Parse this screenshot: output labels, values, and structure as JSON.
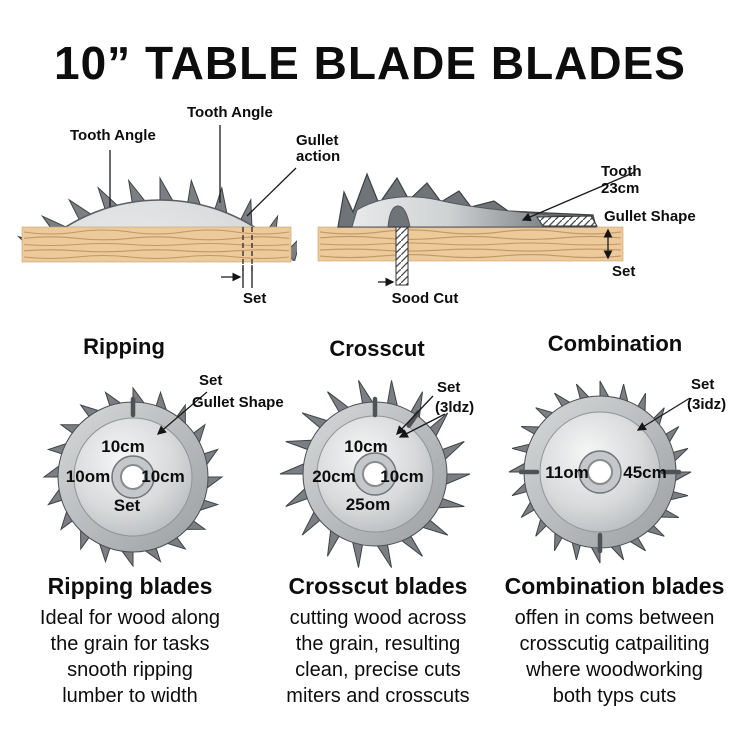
{
  "title": "10” TABLE BLADE BLADES",
  "colors": {
    "wood": "#edca9b",
    "wood_grain": "#b98e5d",
    "blade_teeth": "#7b7f83",
    "blade_teeth_edge": "#3f4347",
    "text": "#0d0d0d"
  },
  "diagram_left": {
    "label_tooth_angle_1": "Tooth Angle",
    "label_tooth_angle_2": "Tooth Angle",
    "label_gullet_line1": "Gullet",
    "label_gullet_line2": "action",
    "label_set": "Set"
  },
  "diagram_right": {
    "label_tooth_line1": "Tooth",
    "label_tooth_line2": "23cm",
    "label_gullet_shape": "Gullet Shape",
    "label_set": "Set",
    "label_sood_cut": "Sood Cut"
  },
  "blades": [
    {
      "title": "Ripping",
      "callout_line1": "Set",
      "callout_line2": "Gullet Shape",
      "labels": {
        "top": "10cm",
        "left": "10om",
        "right": "10cm",
        "bottom": "Set"
      }
    },
    {
      "title": "Crosscut",
      "callout_line1": "Set",
      "callout_line2": "(3ldz)",
      "labels": {
        "top": "10cm",
        "left": "20cm",
        "right": "10cm",
        "bottom": "25om"
      }
    },
    {
      "title": "Combination",
      "callout_line1": "Set",
      "callout_line2": "(3idz)",
      "labels": {
        "left": "11om",
        "right": "45cm"
      }
    }
  ],
  "descriptions": [
    {
      "heading": "Ripping blades",
      "lines": [
        "Ideal for wood along",
        "the grain for tasks",
        "snooth ripping",
        "lumber to width"
      ]
    },
    {
      "heading": "Crosscut blades",
      "lines": [
        "cutting wood across",
        "the grain, resulting",
        "clean, precise cuts",
        "miters and crosscuts"
      ]
    },
    {
      "heading": "Combination blades",
      "lines": [
        "offen in coms between",
        "crosscutig catpailiting",
        "where woodworking",
        "both typs cuts"
      ]
    }
  ]
}
